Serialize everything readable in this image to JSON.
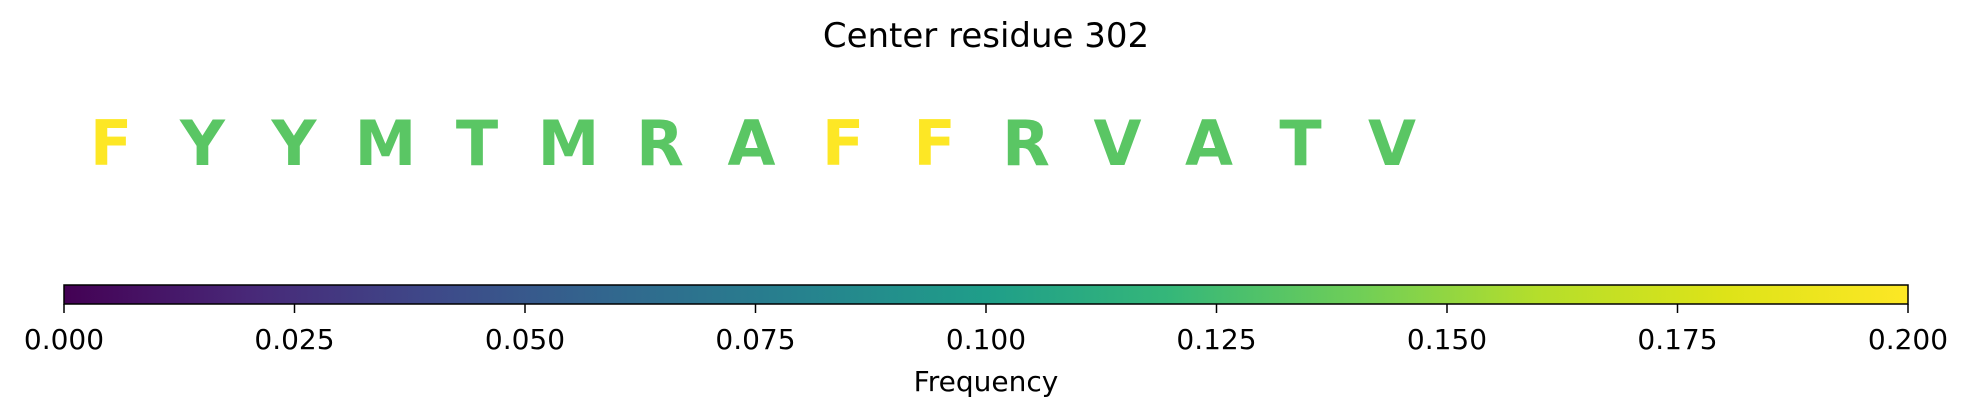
{
  "chart_data": {
    "type": "heatmap",
    "title": "Center residue 302",
    "residues": [
      {
        "letter": "F",
        "frequency": 0.2
      },
      {
        "letter": "Y",
        "frequency": 0.133
      },
      {
        "letter": "Y",
        "frequency": 0.133
      },
      {
        "letter": "M",
        "frequency": 0.133
      },
      {
        "letter": "T",
        "frequency": 0.133
      },
      {
        "letter": "M",
        "frequency": 0.133
      },
      {
        "letter": "R",
        "frequency": 0.133
      },
      {
        "letter": "A",
        "frequency": 0.133
      },
      {
        "letter": "F",
        "frequency": 0.2
      },
      {
        "letter": "F",
        "frequency": 0.2
      },
      {
        "letter": "R",
        "frequency": 0.133
      },
      {
        "letter": "V",
        "frequency": 0.133
      },
      {
        "letter": "A",
        "frequency": 0.133
      },
      {
        "letter": "T",
        "frequency": 0.133
      },
      {
        "letter": "V",
        "frequency": 0.133
      }
    ],
    "colorbar": {
      "colormap": "viridis",
      "range": [
        0,
        0.2
      ],
      "ticks": [
        "0.000",
        "0.025",
        "0.050",
        "0.075",
        "0.100",
        "0.125",
        "0.150",
        "0.175",
        "0.200"
      ],
      "label": "Frequency"
    }
  }
}
